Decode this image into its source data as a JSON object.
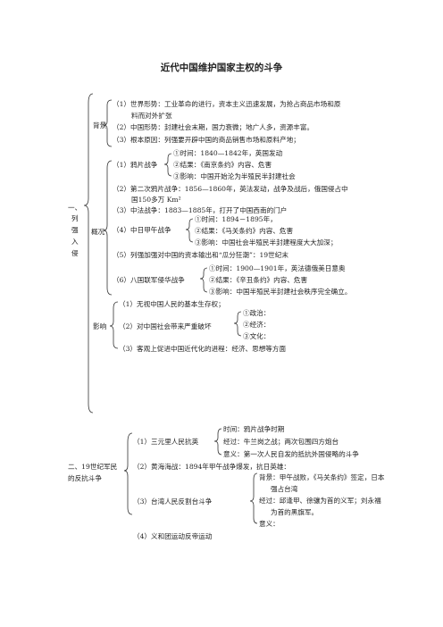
{
  "title": "近代中国维护国家主权的斗争",
  "part1": {
    "heading": [
      "一、",
      "列",
      "强",
      "入",
      "侵"
    ],
    "background": {
      "label": "背景",
      "items": [
        "（1）世界形势：工业革命的进行，资本主义迅速发展，为抢占商品市场和原",
        "料而对外扩张",
        "（2）中国形势：封建社会末期，国力衰微；地广人多，资源丰富。",
        "（3）根本原因：列强要开辟中国的商品销售市场和原料产地；"
      ]
    },
    "overview": {
      "label": "概况",
      "opium_war": {
        "label": "（1）鸦片战争",
        "items": [
          "①时间：1840—1842年，英国发动",
          "②结果：《南京条约》内容、危害",
          "③影响：中国开始沦为半殖民半封建社会"
        ]
      },
      "second_opium": [
        "（2）第二次鸦片战争：1856—1860年，英法发动，战争及战后，俄国侵占中",
        "国150多万 Km²"
      ],
      "sino_french": "（3）中法战争：1883—1885年，打开了中国西南的门户",
      "sino_japanese": {
        "label": "（4）中日甲午战争",
        "items": [
          "①时间：1894－1895年，",
          "②结果：《马关条约》内容、危害",
          "③影响：中国社会半殖民半封建程度大大加深；"
        ]
      },
      "scramble": "（5）列强加强对中国的资本输出和“瓜分狂潮”：19世纪末",
      "eight_nation": {
        "label": "（6）八国联军侵华战争",
        "items": [
          "①时间：1900—1901年，英法德俄美日意奥",
          "②结果：《辛丑条约》内容、危害",
          "③影响：中国半殖民半封建社会秩序完全确立。"
        ]
      }
    },
    "impact": {
      "label": "影响",
      "item1": "（1）无视中国人民的基本生存权；",
      "item2_label": "（2）对中国社会带来严重破坏",
      "item2_sub": [
        "①政治：",
        "②经济：",
        "③文化："
      ],
      "item3": "（3）客观上促进中国近代化的进程：经济、思想等方面"
    }
  },
  "part2": {
    "heading": [
      "二、19世纪军民",
      "的反抗斗争"
    ],
    "sanyuanli": {
      "label": "（1）三元里人民抗英",
      "items": [
        "时间：鸦片战争时期",
        "经过：牛兰岗之战；两次包围四方炮台",
        "意义：第一次人民自发的抵抗外国侵略的斗争"
      ]
    },
    "yellow_sea": "（2）黄海海战：1894年甲午战争爆发，抗日英雄：",
    "taiwan": {
      "label": "（3）台湾人民反割台斗争",
      "items": [
        "背景：甲午战败，《马关条约》签定，日本",
        "强占台湾",
        "经过：邱逢甲、徐骧为首的义军；刘永福",
        "为首的黑旗军。",
        "意义："
      ]
    },
    "boxer": "（4）义和团运动反帝运动"
  }
}
